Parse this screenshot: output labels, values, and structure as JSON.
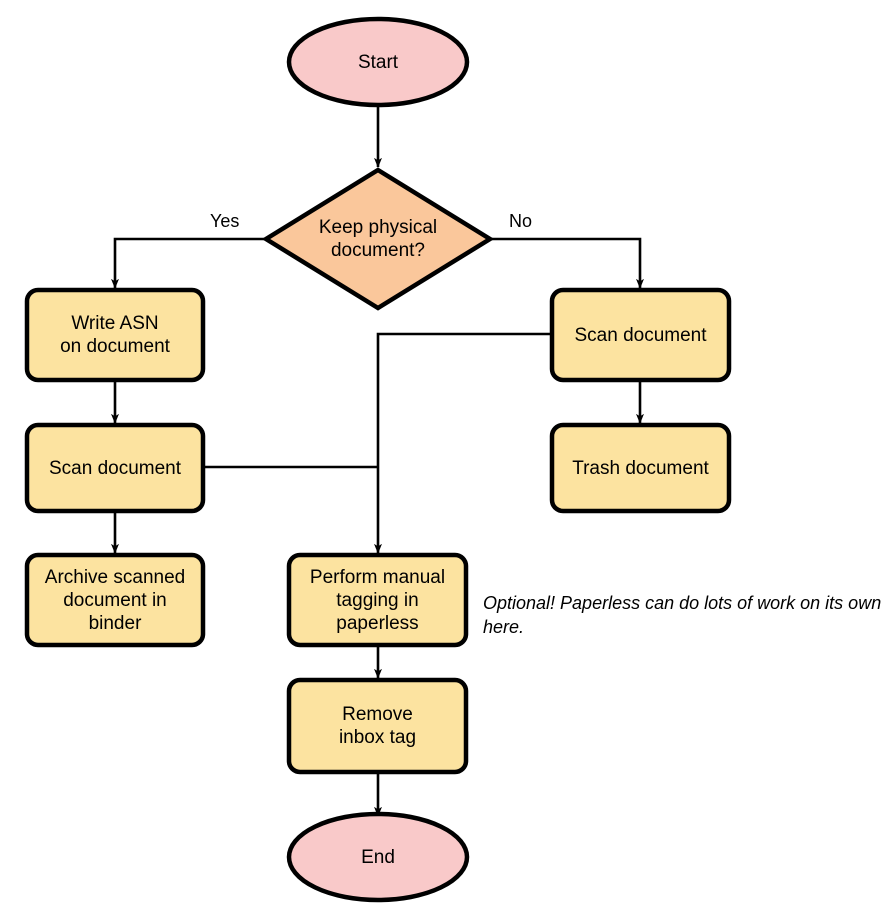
{
  "diagram": {
    "type": "flowchart",
    "background_color": "#ffffff",
    "stroke_color": "#000000",
    "colors": {
      "terminator_fill": "#f9c9c9",
      "process_fill": "#fce3a0",
      "decision_fill": "#fac79b",
      "text": "#000000"
    },
    "nodes": {
      "start": {
        "label": "Start",
        "shape": "ellipse",
        "fill": "#f9c9c9"
      },
      "decision": {
        "label": "Keep physical\ndocument?",
        "shape": "diamond",
        "fill": "#fac79b"
      },
      "write_asn": {
        "label": "Write ASN\non document",
        "shape": "rounded-rect",
        "fill": "#fce3a0"
      },
      "scan_left": {
        "label": "Scan document",
        "shape": "rounded-rect",
        "fill": "#fce3a0"
      },
      "archive": {
        "label": "Archive scanned\ndocument in\nbinder",
        "shape": "rounded-rect",
        "fill": "#fce3a0"
      },
      "scan_right": {
        "label": "Scan document",
        "shape": "rounded-rect",
        "fill": "#fce3a0"
      },
      "trash": {
        "label": "Trash document",
        "shape": "rounded-rect",
        "fill": "#fce3a0"
      },
      "tagging": {
        "label": "Perform manual\ntagging in\npaperless",
        "shape": "rounded-rect",
        "fill": "#fce3a0"
      },
      "remove_inbox": {
        "label": "Remove\ninbox tag",
        "shape": "rounded-rect",
        "fill": "#fce3a0"
      },
      "end": {
        "label": "End",
        "shape": "ellipse",
        "fill": "#f9c9c9"
      }
    },
    "edge_labels": {
      "yes": "Yes",
      "no": "No"
    },
    "annotations": {
      "optional_note": "Optional! Paperless can do lots of work on its own here."
    }
  }
}
